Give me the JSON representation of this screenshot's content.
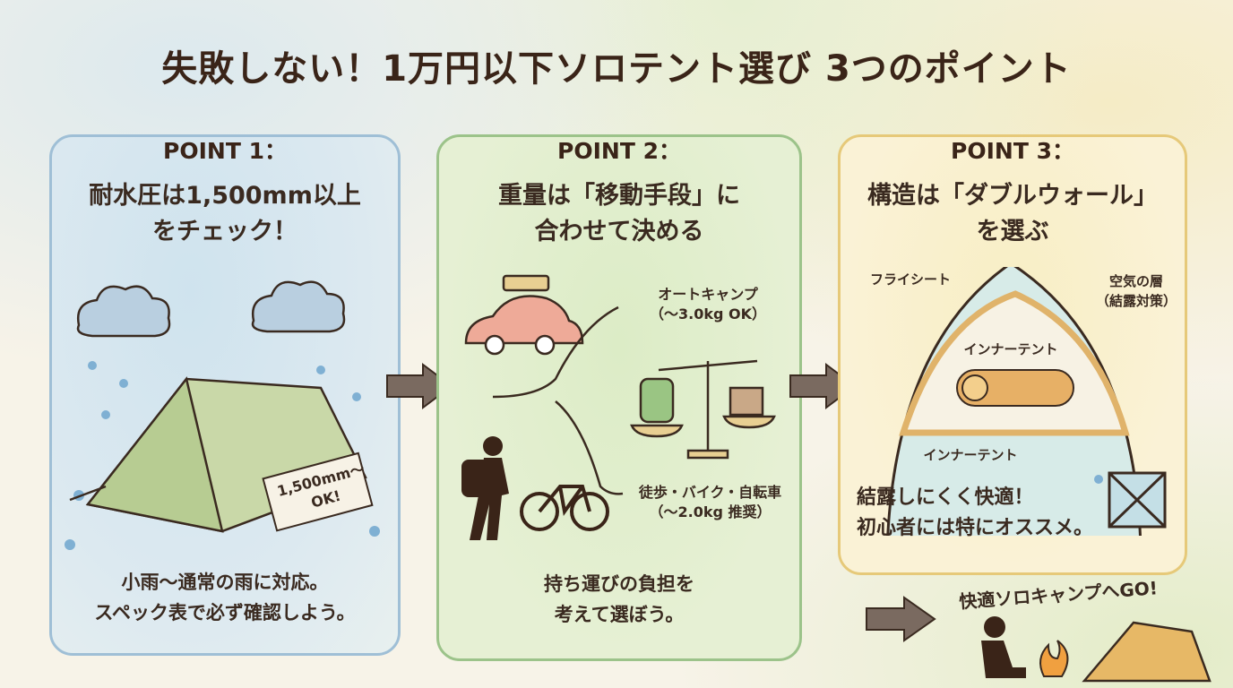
{
  "title": "失敗しない！1万円以下ソロテント選び 3つのポイント",
  "points": [
    {
      "tag": "POINT 1：",
      "heading": "耐水圧は1,500mm以上\nをチェック！",
      "price_tag": "1,500mm〜\nOK!",
      "footer": "小雨〜通常の雨に対応。\nスペック表で必ず確認しよう。",
      "color": "#9fbfd6"
    },
    {
      "tag": "POINT 2：",
      "heading": "重量は「移動手段」に\n合わせて決める",
      "auto_label": "オートキャンプ\n（〜3.0kg OK）",
      "walk_label": "徒歩・バイク・自転車\n（〜2.0kg 推奨）",
      "footer": "持ち運びの負担を\n考えて選ぼう。",
      "color": "#9cc38a"
    },
    {
      "tag": "POINT 3：",
      "heading": "構造は「ダブルウォール」\nを選ぶ",
      "fly_label": "フライシート",
      "air_label": "空気の層\n（結露対策）",
      "inner_label": "インナーテント",
      "inner_label2": "インナーテント",
      "footer": "結露しにくく快適！\n初心者には特にオススメ。",
      "color": "#e6c979"
    }
  ],
  "closing": "快適ソロキャンプへGO!"
}
